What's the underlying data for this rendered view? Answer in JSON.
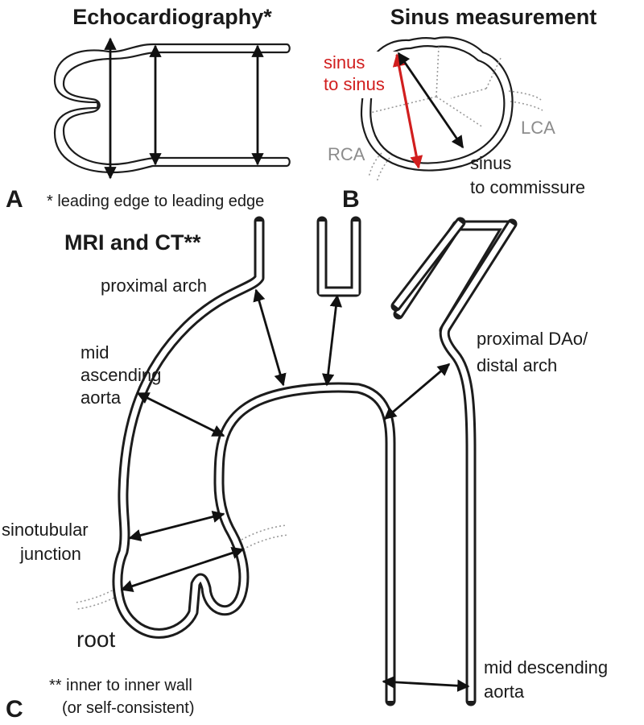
{
  "panel_a": {
    "title": "Echocardiography*",
    "letter": "A",
    "footnote": "* leading edge to leading edge"
  },
  "panel_b": {
    "title": "Sinus measurement",
    "letter": "B",
    "sinus_to_sinus_line1": "sinus",
    "sinus_to_sinus_line2": "to sinus",
    "sinus_to_commissure_line1": "sinus",
    "sinus_to_commissure_line2": "to commissure",
    "lca": "LCA",
    "rca": "RCA"
  },
  "panel_c": {
    "title": "MRI and CT**",
    "letter": "C",
    "proximal_arch": "proximal arch",
    "mid_ascending_line1": "mid",
    "mid_ascending_line2": "ascending",
    "mid_ascending_line3": "aorta",
    "proximal_dao_line1": "proximal DAo/",
    "proximal_dao_line2": "distal arch",
    "stj_line1": "sinotubular",
    "stj_line2": "junction",
    "root": "root",
    "mid_descending_line1": "mid descending",
    "mid_descending_line2": "aorta",
    "footnote_line1": "** inner to inner wall",
    "footnote_line2": "(or self-consistent)"
  },
  "colors": {
    "ink": "#1c1c1c",
    "highlight_red": "#d11e1e",
    "coronary_gray": "#8c8c8c"
  }
}
